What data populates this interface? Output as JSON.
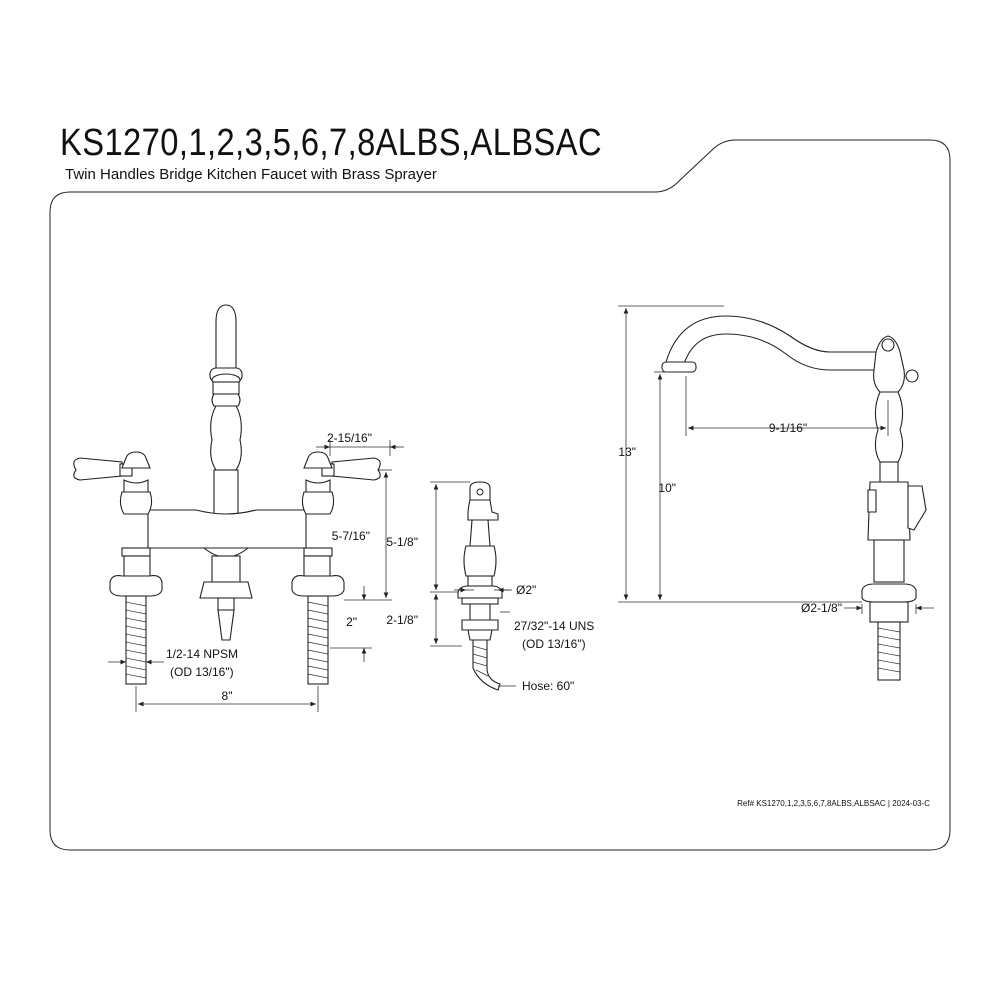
{
  "header": {
    "title": "KS1270,1,2,3,5,6,7,8ALBS,ALBSAC",
    "subtitle": "Twin Handles Bridge Kitchen Faucet with Brass Sprayer"
  },
  "front_view": {
    "dim_handle_spacing": "2-15/16\"",
    "dim_height_body": "5-7/16\"",
    "dim_shank": "2\"",
    "dim_thread": "1/2-14 NPSM",
    "dim_thread_od": "(OD 13/16\")",
    "dim_centers": "8\""
  },
  "sprayer_view": {
    "dim_height": "5-1/8\"",
    "dim_diameter": "Ø2\"",
    "dim_shank": "2-1/8\"",
    "dim_thread": "27/32\"-14 UNS",
    "dim_thread_od": "(OD 13/16\")",
    "dim_hose": "Hose: 60\""
  },
  "side_view": {
    "dim_overall": "13\"",
    "dim_spout_height": "10\"",
    "dim_reach": "9-1/16\"",
    "dim_base": "Ø2-1/8\""
  },
  "footer": {
    "reference": "Ref# KS1270,1,2,3,5,6,7,8ALBS,ALBSAC | 2024-03-C"
  }
}
